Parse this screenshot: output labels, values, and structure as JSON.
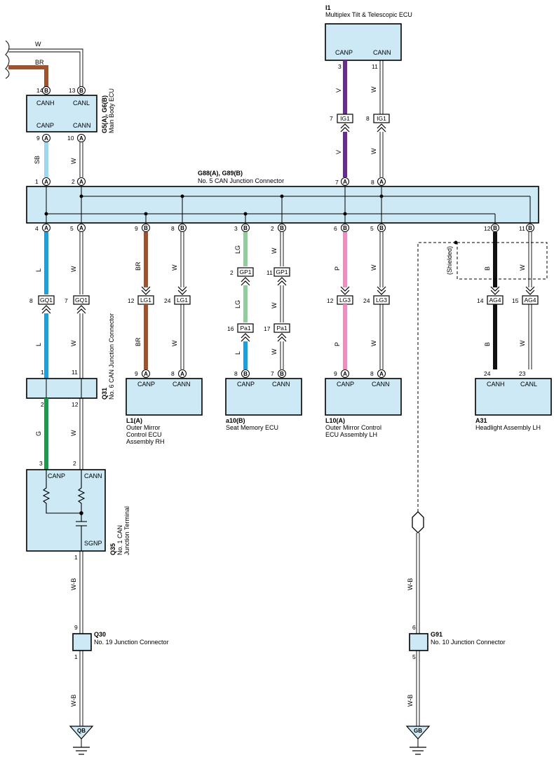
{
  "colors": {
    "component_fill": "#cde9f5",
    "W": "#ffffff",
    "BR": "#a0522d",
    "SB": "#9fd7ef",
    "V": "#6a2c8f",
    "L": "#1aa0e0",
    "G": "#1a9a4a",
    "LG": "#8fcf9e",
    "P": "#f08cc0",
    "B": "#111111",
    "W-B": "#ffffff"
  },
  "main_body_ecu": {
    "code": "G5(A), G6(B)",
    "name": "Main Body ECU",
    "canh": "CANH",
    "canl": "CANL",
    "canp": "CANP",
    "cann": "CANN",
    "top_pin_h": "14",
    "top_pin_l": "13",
    "top_badge": "B",
    "bot_pin_p": "9",
    "bot_pin_n": "10",
    "bot_badge": "A",
    "wire_w": "W",
    "wire_br": "BR",
    "wire_sb": "SB",
    "wire_w2": "W"
  },
  "tilt_ecu": {
    "code": "I1",
    "name": "Multiplex Tilt & Telescopic ECU",
    "canp": "CANP",
    "cann": "CANN",
    "pin_p": "3",
    "pin_n": "11",
    "wire_v": "V",
    "wire_w": "W",
    "conn": "IG1",
    "conn_pin_p": "7",
    "conn_pin_n": "8",
    "jpin_p": "7",
    "jpin_n": "8",
    "jbadge": "A"
  },
  "junction5": {
    "code": "G88(A), G89(B)",
    "name": "No. 5 CAN Junction Connector",
    "top_pin_1": "1",
    "top_pin_2": "2",
    "top_badge": "A"
  },
  "branches": [
    {
      "pin_p": "4",
      "badge_p": "A",
      "pin_n": "5",
      "badge_n": "A",
      "wire_p": "L",
      "wire_n": "W",
      "conn": "GQ1",
      "cpin_p": "8",
      "cpin_n": "7",
      "wire_p2": "L",
      "wire_n2": "W"
    },
    {
      "pin_p": "9",
      "badge_p": "B",
      "pin_n": "8",
      "badge_n": "B",
      "wire_p": "BR",
      "wire_n": "W",
      "conn": "LG1",
      "cpin_p": "12",
      "cpin_n": "24",
      "wire_p2": "BR",
      "wire_n2": "W",
      "epin_p": "9",
      "epin_n": "8",
      "ebadge": "A",
      "canp": "CANP",
      "cann": "CANN",
      "code": "L1(A)",
      "name_1": "Outer Mirror",
      "name_2": "Control ECU",
      "name_3": "Assembly RH"
    },
    {
      "pin_p": "3",
      "badge_p": "B",
      "pin_n": "2",
      "badge_n": "B",
      "wire_p": "LG",
      "wire_n": "W",
      "conn": "GP1",
      "cpin_p": "2",
      "cpin_n": "11",
      "wire_p2": "LG",
      "wire_n2": "W",
      "conn2": "Pa1",
      "c2pin_p": "16",
      "c2pin_n": "17",
      "wire_p3": "L",
      "wire_n3": "W",
      "epin_p": "8",
      "epin_n": "7",
      "ebadge": "B",
      "canp": "CANP",
      "cann": "CANN",
      "code": "a10(B)",
      "name_1": "Seat Memory ECU"
    },
    {
      "pin_p": "6",
      "badge_p": "B",
      "pin_n": "5",
      "badge_n": "B",
      "wire_p": "P",
      "wire_n": "W",
      "conn": "LG3",
      "cpin_p": "12",
      "cpin_n": "24",
      "wire_p2": "P",
      "wire_n2": "W",
      "epin_p": "9",
      "epin_n": "8",
      "ebadge": "A",
      "canp": "CANP",
      "cann": "CANN",
      "code": "L10(A)",
      "name_1": "Outer Mirror Control",
      "name_2": "ECU Assembly LH"
    },
    {
      "pin_p": "12",
      "badge_p": "B",
      "pin_n": "11",
      "badge_n": "B",
      "wire_p": "B",
      "wire_n": "W",
      "conn": "AG4",
      "cpin_p": "14",
      "cpin_n": "15",
      "wire_p2": "B",
      "wire_n2": "W",
      "epin_p": "24",
      "epin_n": "23",
      "canp": "CANH",
      "cann": "CANL",
      "code": "A31",
      "name_1": "Headlight Assembly LH",
      "shielded": "(Shielded)"
    }
  ],
  "q31": {
    "code": "Q31",
    "name": "No. 6 CAN Junction Connector",
    "pin_1": "1",
    "pin_11": "11",
    "pin_2": "2",
    "pin_12": "12",
    "wire_g": "G",
    "wire_w": "W"
  },
  "q35": {
    "code": "Q35",
    "name_1": "No. 1 CAN",
    "name_2": "Junction Terminal",
    "canp": "CANP",
    "cann": "CANN",
    "sgnp": "SGNP",
    "pin_3": "3",
    "pin_2": "2",
    "pin_1": "1",
    "wire_wb": "W-B"
  },
  "q30": {
    "code": "Q30",
    "name": "No. 19 Junction Connector",
    "pin_9": "9",
    "pin_1": "1",
    "wire_wb": "W-B",
    "ground": "QB"
  },
  "g91": {
    "code": "G91",
    "name": "No. 10 Junction Connector",
    "pin_6": "6",
    "pin_5": "5",
    "wire_wb": "W-B",
    "wire_wb2": "W-B",
    "ground": "GB"
  }
}
